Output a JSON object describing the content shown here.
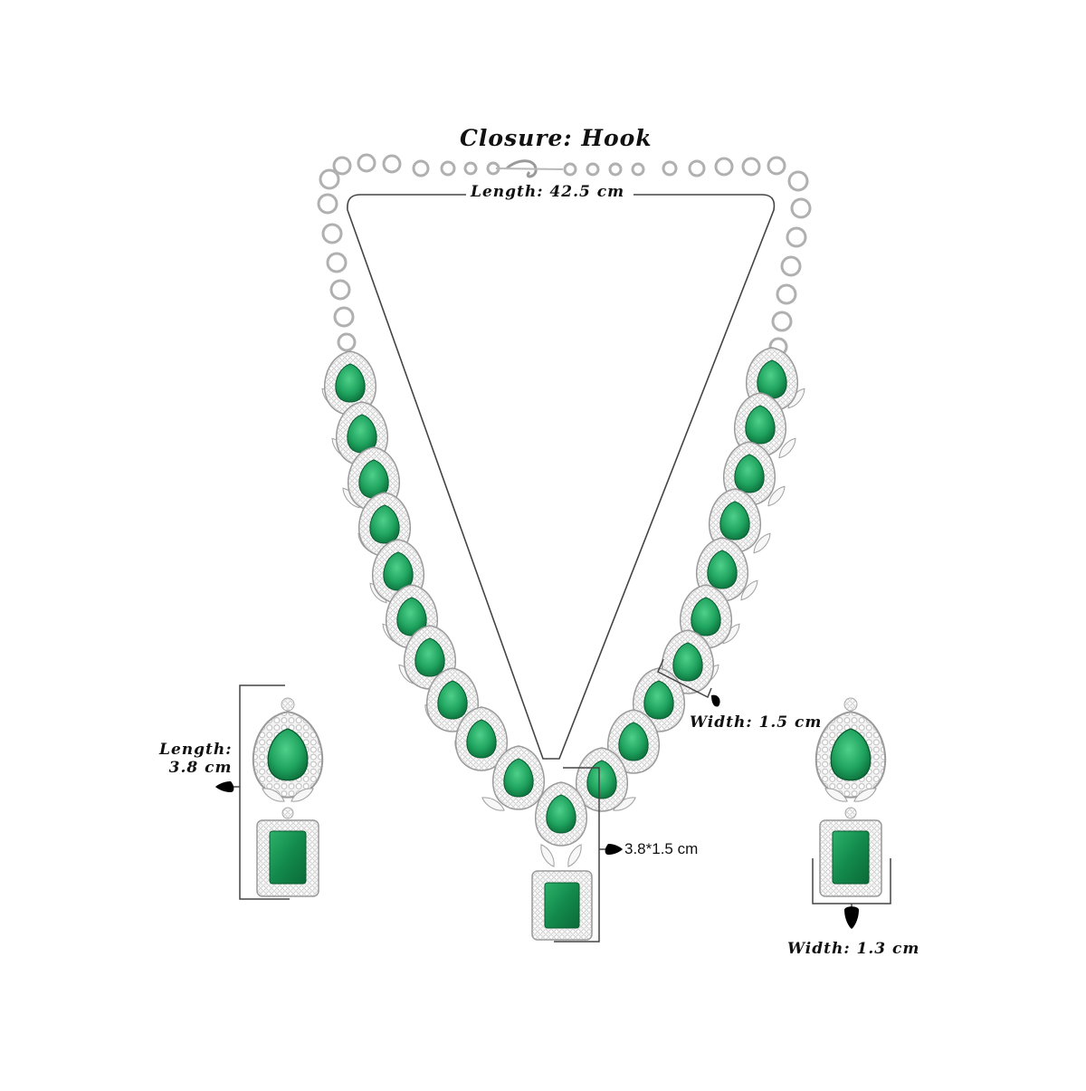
{
  "product": {
    "type": "necklace-and-earrings-set",
    "stone_color": "#1fa35e",
    "stone_color_dark": "#0f7a43",
    "metal_color": "#d9d9d9",
    "line_color": "#444444"
  },
  "annotations": {
    "closure": "Closure: Hook",
    "necklace_length": "Length: 42.5 cm",
    "necklace_width": "Width: 1.5 cm",
    "earring_length_line1": "Length:",
    "earring_length_line2": "3.8 cm",
    "pendant_size": "3.8*1.5 cm",
    "earring_width": "Width: 1.3 cm"
  }
}
